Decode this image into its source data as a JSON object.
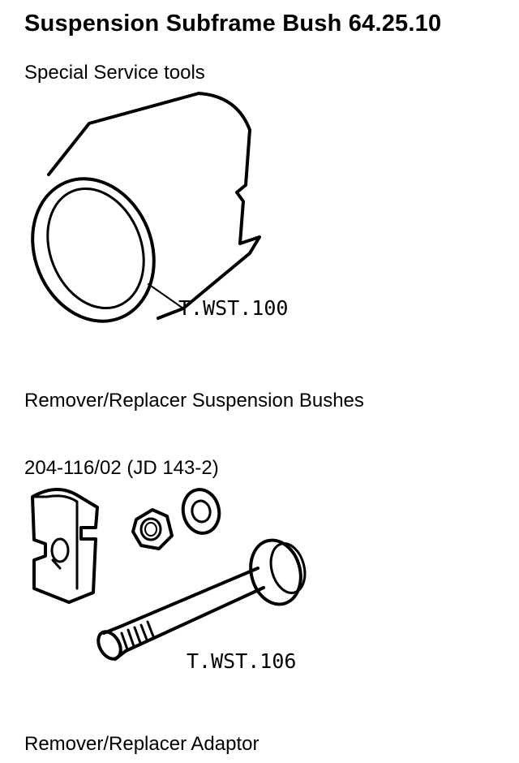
{
  "header": {
    "title": "Suspension Subframe Bush 64.25.10"
  },
  "sections": {
    "special_tools": "Special Service tools",
    "remover_bushes": "Remover/Replacer Suspension Bushes",
    "part_number": "204-116/02 (JD 143-2)",
    "remover_adaptor": "Remover/Replacer Adaptor"
  },
  "tools": {
    "sleeve_label": "T.WST.100",
    "bolt_kit_label": "T.WST.106"
  }
}
